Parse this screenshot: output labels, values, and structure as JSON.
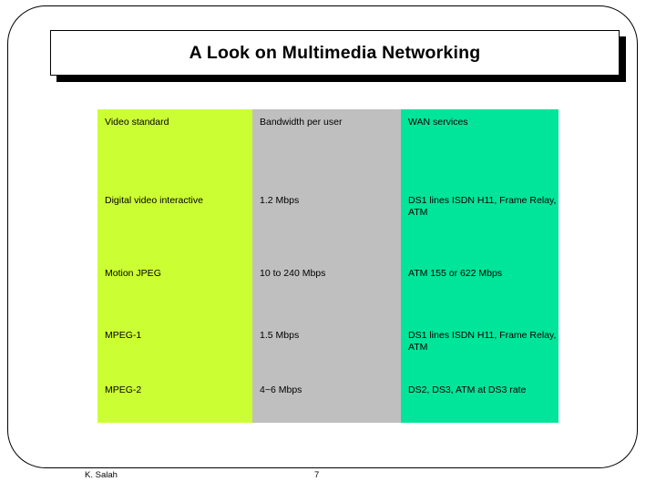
{
  "slide": {
    "title": "A Look on Multimedia Networking",
    "footer": {
      "author": "K. Salah",
      "page_number": "7"
    },
    "colors": {
      "col_video_standard": "#ccff33",
      "col_bandwidth": "#bfbfbf",
      "col_wan": "#00e599",
      "title_shadow": "#000000"
    }
  },
  "table": {
    "headers": [
      "Video standard",
      "Bandwidth per user",
      "WAN services"
    ],
    "rows": [
      {
        "standard": "Digital video interactive",
        "bandwidth": "1.2 Mbps",
        "wan": "DS1 lines ISDN H11, Frame Relay, ATM"
      },
      {
        "standard": "Motion JPEG",
        "bandwidth": "10 to 240 Mbps",
        "wan": "ATM 155 or 622 Mbps"
      },
      {
        "standard": "MPEG-1",
        "bandwidth": "1.5 Mbps",
        "wan": "DS1 lines ISDN H11, Frame Relay, ATM"
      },
      {
        "standard": "MPEG-2",
        "bandwidth": "4~6 Mbps",
        "wan": "DS2, DS3, ATM at DS3 rate"
      }
    ]
  }
}
